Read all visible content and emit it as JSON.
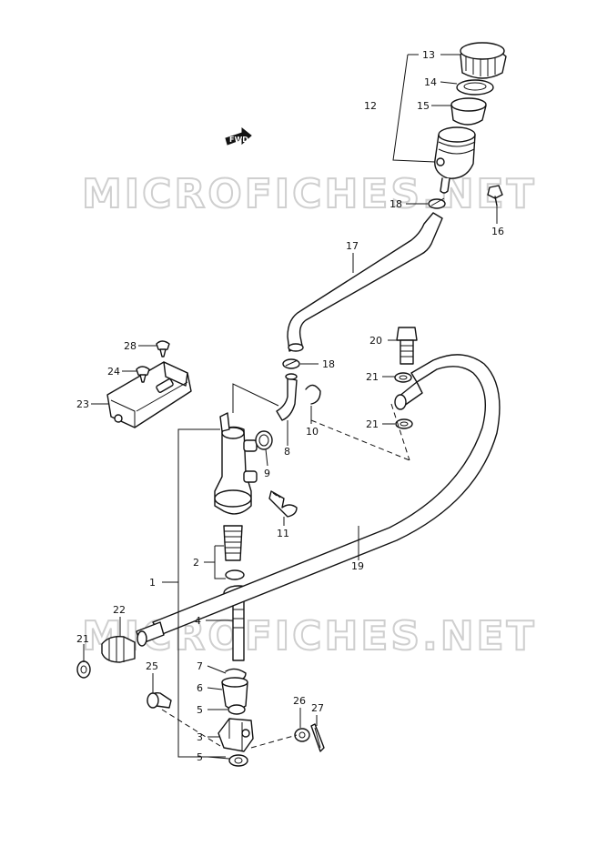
{
  "watermark": "MICROFICHES.NET",
  "fwd_label": "FWD",
  "colors": {
    "line": "#111111",
    "watermark": "#cfcfcf"
  },
  "callouts": [
    {
      "id": "c1",
      "text": "1"
    },
    {
      "id": "c2",
      "text": "2"
    },
    {
      "id": "c3",
      "text": "3"
    },
    {
      "id": "c4",
      "text": "4"
    },
    {
      "id": "c5a",
      "text": "5"
    },
    {
      "id": "c5b",
      "text": "5"
    },
    {
      "id": "c6",
      "text": "6"
    },
    {
      "id": "c7",
      "text": "7"
    },
    {
      "id": "c8",
      "text": "8"
    },
    {
      "id": "c9",
      "text": "9"
    },
    {
      "id": "c10",
      "text": "10"
    },
    {
      "id": "c11",
      "text": "11"
    },
    {
      "id": "c12",
      "text": "12"
    },
    {
      "id": "c13",
      "text": "13"
    },
    {
      "id": "c14",
      "text": "14"
    },
    {
      "id": "c15",
      "text": "15"
    },
    {
      "id": "c16",
      "text": "16"
    },
    {
      "id": "c17",
      "text": "17"
    },
    {
      "id": "c18a",
      "text": "18"
    },
    {
      "id": "c18b",
      "text": "18"
    },
    {
      "id": "c19",
      "text": "19"
    },
    {
      "id": "c20",
      "text": "20"
    },
    {
      "id": "c21a",
      "text": "21"
    },
    {
      "id": "c21b",
      "text": "21"
    },
    {
      "id": "c21c",
      "text": "21"
    },
    {
      "id": "c22",
      "text": "22"
    },
    {
      "id": "c23",
      "text": "23"
    },
    {
      "id": "c24",
      "text": "24"
    },
    {
      "id": "c25",
      "text": "25"
    },
    {
      "id": "c26",
      "text": "26"
    },
    {
      "id": "c27",
      "text": "27"
    },
    {
      "id": "c28",
      "text": "28"
    }
  ]
}
